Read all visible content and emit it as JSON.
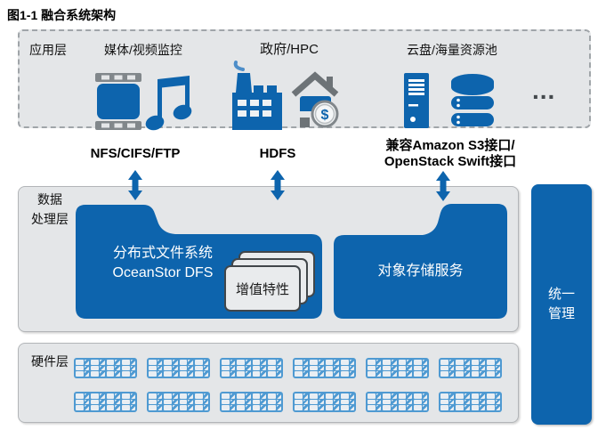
{
  "title": "图1-1 融合系统架构",
  "colors": {
    "primary_blue": "#0d64ad",
    "layer_background": "#e4e6e8",
    "hardware_unit_blue": "#4f9ad2",
    "icon_gray": "#81878b"
  },
  "application_layer": {
    "label": "应用层",
    "groups": [
      {
        "label": "媒体/视频监控"
      },
      {
        "label": "政府/HPC"
      },
      {
        "label": "云盘/海量资源池"
      }
    ],
    "ellipsis": "...",
    "house_coin_symbol": "$"
  },
  "interfaces": {
    "nfs": "NFS/CIFS/FTP",
    "hdfs": "HDFS",
    "s3_line1": "兼容Amazon S3接口/",
    "s3_line2": "OpenStack Swift接口"
  },
  "processing_layer": {
    "label_line1": "数据",
    "label_line2": "处理层",
    "dfs_line1": "分布式文件系统",
    "dfs_line2": "OceanStor DFS",
    "value_added_label": "增值特性",
    "object_storage_label": "对象存储服务"
  },
  "management": {
    "line1": "统一",
    "line2": "管理"
  },
  "hardware_layer": {
    "label": "硬件层",
    "rows": 2,
    "units_per_row": 6
  }
}
